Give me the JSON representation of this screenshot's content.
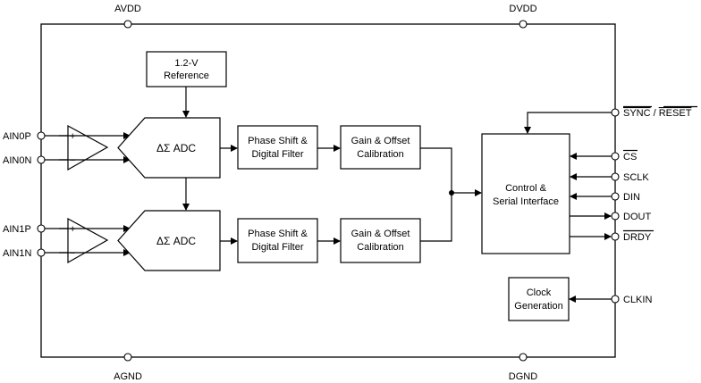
{
  "pins": {
    "avdd": "AVDD",
    "dvdd": "DVDD",
    "agnd": "AGND",
    "dgnd": "DGND",
    "ain0p": "AIN0P",
    "ain0n": "AIN0N",
    "ain1p": "AIN1P",
    "ain1n": "AIN1N",
    "sync": "SYNC",
    "sync_sep": " / ",
    "reset": "RESET",
    "cs": "CS",
    "sclk": "SCLK",
    "din": "DIN",
    "dout": "DOUT",
    "drdy": "DRDY",
    "clkin": "CLKIN"
  },
  "blocks": {
    "reference_line1": "1.2-V",
    "reference_line2": "Reference",
    "adc0": "ΔΣ ADC",
    "adc1": "ΔΣ ADC",
    "filter_line1": "Phase Shift &",
    "filter_line2": "Digital Filter",
    "cal_line1": "Gain & Offset",
    "cal_line2": "Calibration",
    "control_line1": "Control &",
    "control_line2": "Serial Interface",
    "clock_line1": "Clock",
    "clock_line2": "Generation"
  },
  "amp_signs": {
    "plus": "+",
    "minus": "−"
  }
}
